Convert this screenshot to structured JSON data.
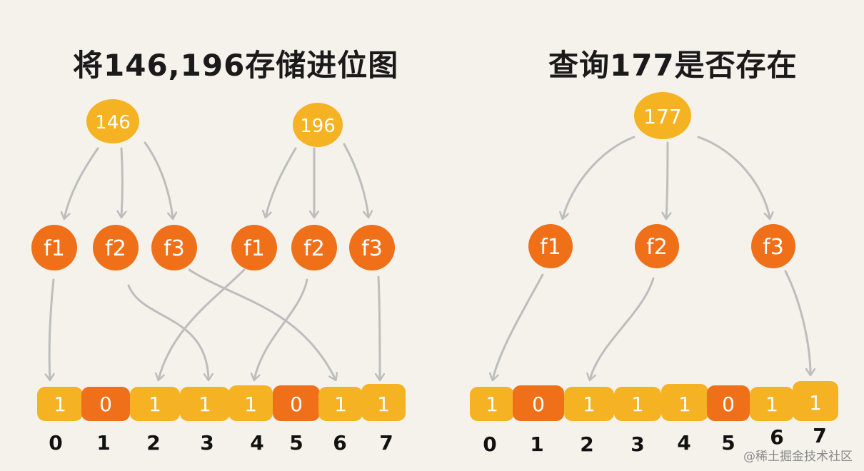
{
  "left": {
    "title": "将146,196存储进位图",
    "inputs": [
      "146",
      "196"
    ],
    "hash_labels": [
      "f1",
      "f2",
      "f3",
      "f1",
      "f2",
      "f3"
    ],
    "bits": [
      "1",
      "0",
      "1",
      "1",
      "1",
      "0",
      "1",
      "1"
    ],
    "indices": [
      "0",
      "1",
      "2",
      "3",
      "4",
      "5",
      "6",
      "7"
    ]
  },
  "right": {
    "title": "查询177是否存在",
    "input": "177",
    "hash_labels": [
      "f1",
      "f2",
      "f3"
    ],
    "bits": [
      "1",
      "0",
      "1",
      "1",
      "1",
      "0",
      "1",
      "1"
    ],
    "indices": [
      "0",
      "1",
      "2",
      "3",
      "4",
      "5",
      "6",
      "7"
    ]
  },
  "watermark": "@稀土掘金技术社区",
  "colors": {
    "background": "#f5f2ec",
    "input_node": "#f5b323",
    "hash_node": "#f0701a",
    "bit_one": "#f5b323",
    "bit_zero": "#f0701a",
    "arrow": "#bdbdbd",
    "node_text": "#ffffff"
  }
}
